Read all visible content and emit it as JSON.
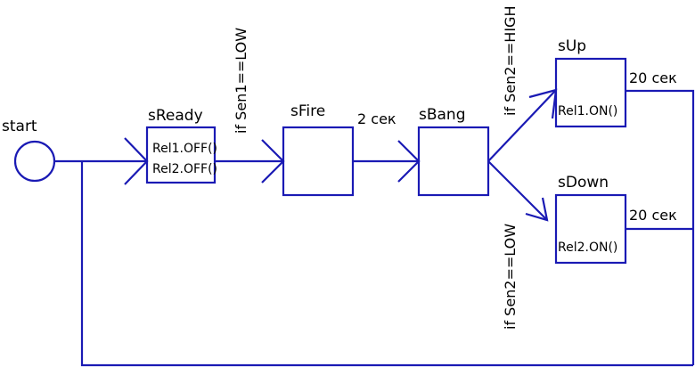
{
  "colors": {
    "line": "#1a1ab4",
    "text": "#000000",
    "background": "#ffffff"
  },
  "start": {
    "label": "start"
  },
  "states": {
    "ready": {
      "name": "sReady",
      "actions": [
        "Rel1.OFF()",
        "Rel2.OFF()"
      ]
    },
    "fire": {
      "name": "sFire"
    },
    "bang": {
      "name": "sBang"
    },
    "up": {
      "name": "sUp",
      "actions": [
        "Rel1.ON()"
      ]
    },
    "down": {
      "name": "sDown",
      "actions": [
        "Rel2.ON()"
      ]
    }
  },
  "transitions": {
    "ready_fire": "if Sen1==LOW",
    "fire_bang": "2 сек",
    "bang_up": "if Sen2==HIGH",
    "bang_down": "if Sen2==LOW",
    "up_return": "20 сек",
    "down_return": "20 сек"
  }
}
